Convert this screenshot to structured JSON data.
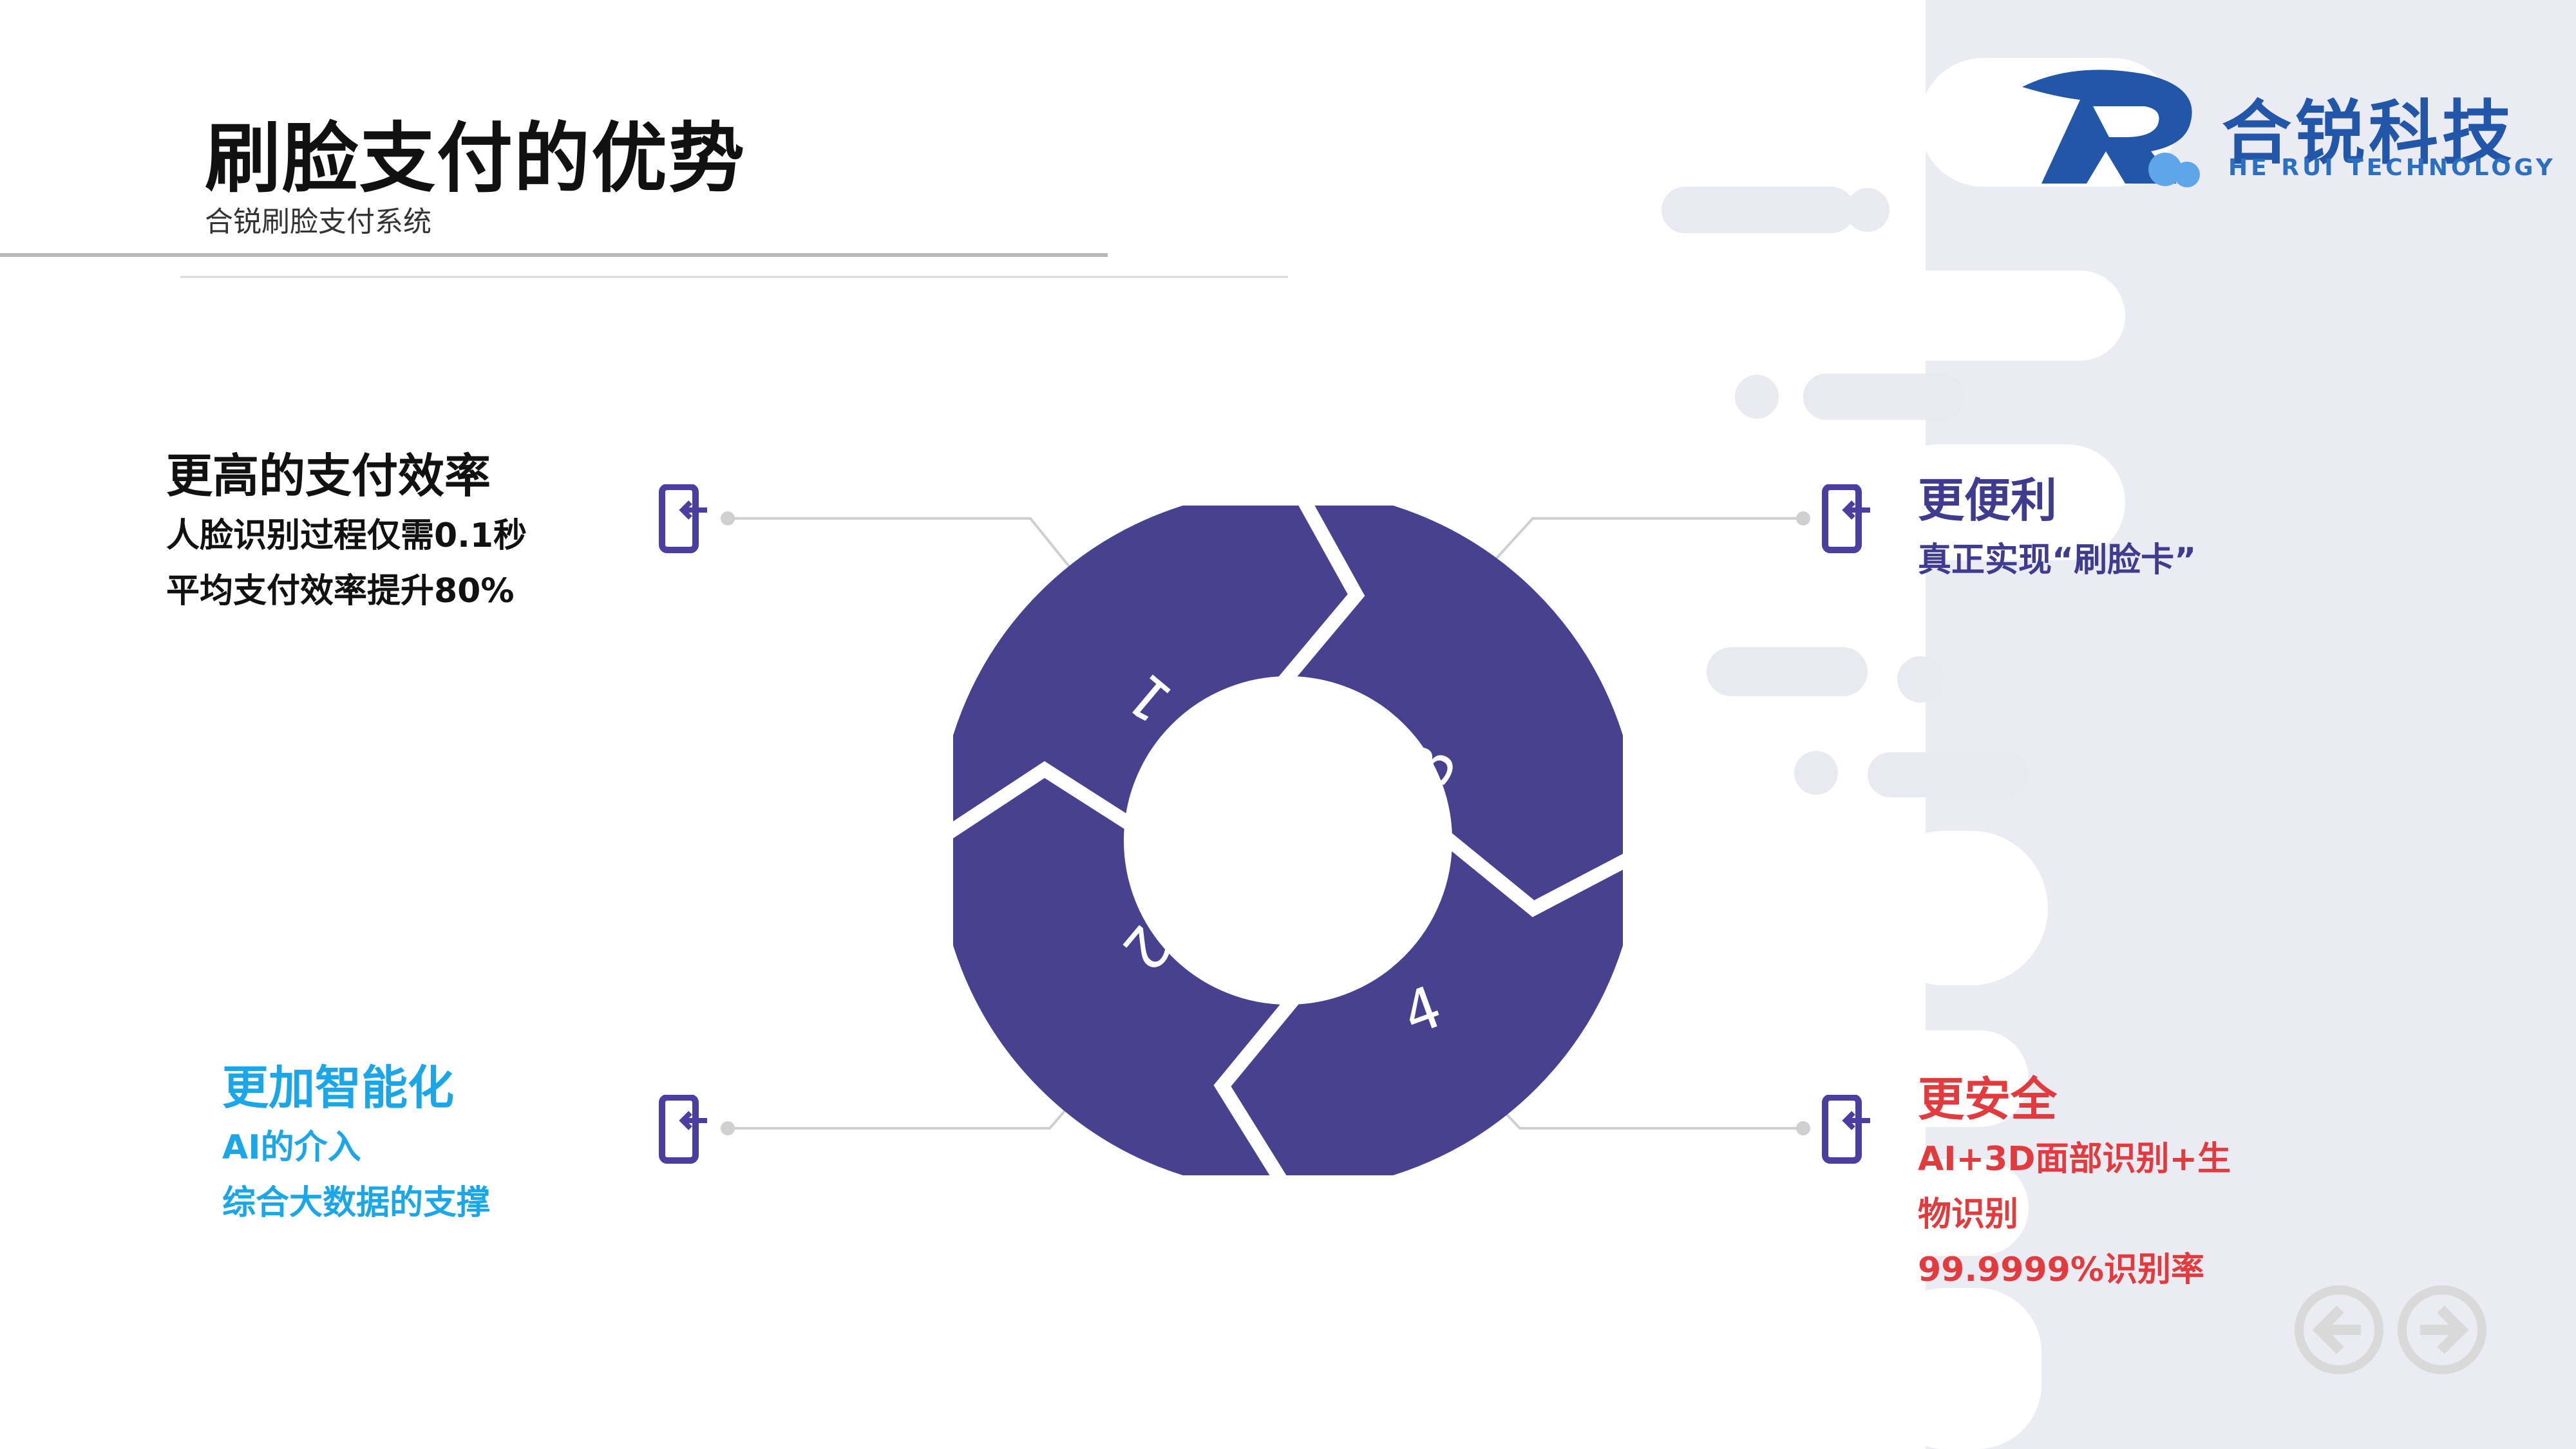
{
  "title": "刷脸支付的优势",
  "subtitle": "合锐刷脸支付系统",
  "logo": {
    "cn": "合锐科技",
    "en": "HE RUI TECHNOLOGY"
  },
  "colors": {
    "ring": "#474190",
    "accent_purple": "#3f3b8f",
    "accent_cyan": "#1ba6e8",
    "accent_red": "#e23b3e",
    "deco": "#ebebf4"
  },
  "ring_labels": [
    "1",
    "2",
    "3",
    "4"
  ],
  "items": [
    {
      "title": "更高的支付效率",
      "lines": [
        "人脸识别过程仅需0.1秒",
        "平均支付效率提升80%"
      ],
      "icon": "phone-icon"
    },
    {
      "title": "更便利",
      "lines": [
        "真正实现“刷脸卡”"
      ],
      "icon": "phone-icon"
    },
    {
      "title": "更加智能化",
      "lines": [
        "AI的介入",
        "综合大数据的支撑"
      ],
      "icon": "phone-icon"
    },
    {
      "title": "更安全",
      "lines": [
        "AI+3D面部识别+生",
        "物识别",
        "99.9999%识别率"
      ],
      "icon": "phone-icon"
    }
  ],
  "nav": {
    "prev_icon": "arrow-left-icon",
    "next_icon": "arrow-right-icon"
  }
}
